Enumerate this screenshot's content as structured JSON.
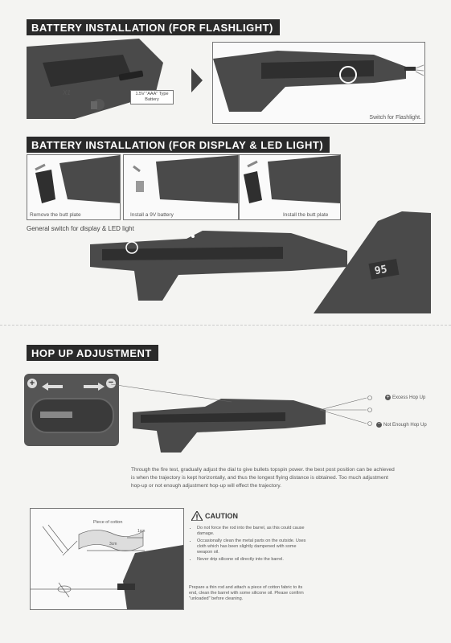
{
  "sections": {
    "battery_flashlight_title": "BATTERY INSTALLATION    (FOR FLASHLIGHT)",
    "battery_display_title": "BATTERY INSTALLATION    (FOR DISPLAY & LED LIGHT)",
    "hopup_title": "HOP UP ADJUSTMENT"
  },
  "flashlight": {
    "battery_label": "1.5V \"AAA\" Type Battery",
    "battery_mark_x1": "X1",
    "switch_caption": "Switch for Flashlight."
  },
  "display": {
    "step1_caption": "Remove the butt plate",
    "step2_caption": "Install a 9V battery",
    "step3_caption": "Install the butt plate",
    "general_switch": "General switch for display & LED light",
    "counter_value": "95"
  },
  "hopup": {
    "excess_label": "Excess Hop Up",
    "not_enough_label": "Not Enough Hop Up",
    "plus_sign": "+",
    "minus_sign": "−",
    "description": "Through the fire test, gradually adjust the dial to give bullets topspin power. the best post position can be achieved is when the trajectory is kept horizontally, and thus the longest flying distance is obtained. Too much adjustment hop-up or not enough adjustment hop-up will effect the trajectory."
  },
  "caution": {
    "title": "CAUTION",
    "items": [
      "Do not force the rod into the barrel, as this could cause damage.",
      "Occasionally clean the metal parts on the outside. Uses cloth which has been slightly dampened with some weapon oil.",
      "Never drip silicone oil directly into the barrel."
    ],
    "cotton_label": "Piece of cotton",
    "dim_1cm": "1cm",
    "dim_3cm": "3cm",
    "instructions": "Prepare a thin rod and attach a piece of cotton fabric to its end, clean the barrel with some silicone oil. Please confirm \"unloaded\" before cleaning."
  },
  "colors": {
    "banner_bg": "#2a2a2a",
    "gun_body": "#4a4a4a",
    "paper": "#f4f4f2"
  }
}
